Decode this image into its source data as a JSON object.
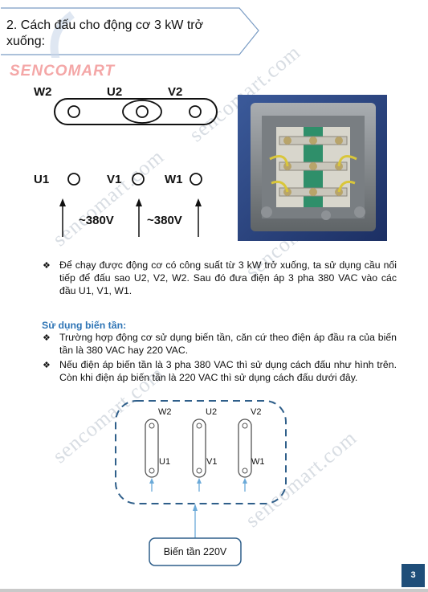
{
  "title": {
    "text": "2. Cách đấu cho động cơ 3 kW trở xuống:"
  },
  "logo": {
    "text": "SENCOMART"
  },
  "watermark": {
    "text": "sencomart.com"
  },
  "star_diagram": {
    "top_labels": [
      "W2",
      "U2",
      "V2"
    ],
    "bottom_labels": [
      "U1",
      "V1",
      "W1"
    ],
    "voltage_labels": [
      "~380V",
      "~380V"
    ]
  },
  "paragraphs": {
    "p1": "Để chạy được động cơ có công suất từ 3 kW trở xuống, ta sử dụng cầu nối tiếp để đấu sao U2, V2, W2. Sau đó đưa điện áp 3 pha 380 VAC vào các đầu U1, V1, W1.",
    "section_heading": "Sử dụng biến tần:",
    "p2": "Trường hợp động cơ sử dụng biến tần, căn cứ theo điện áp đầu ra của biến tần là 380 VAC hay 220 VAC.",
    "p3": "Nếu điện áp biến tần là 3 pha 380 VAC thì sử dụng cách đấu như hình trên. Còn khi điện áp biến tần là 220 VAC thì sử dụng cách đấu dưới đây."
  },
  "bullet_glyph": "❖",
  "delta_diagram": {
    "top_labels": [
      "W2",
      "U2",
      "V2"
    ],
    "bottom_labels": [
      "U1",
      "V1",
      "W1"
    ],
    "inverter_label": "Biến tần 220V"
  },
  "page_number": "3",
  "colors": {
    "heading_blue": "#2e74b5",
    "page_badge": "#1f4e79",
    "dash_border": "#2f5f8a"
  }
}
